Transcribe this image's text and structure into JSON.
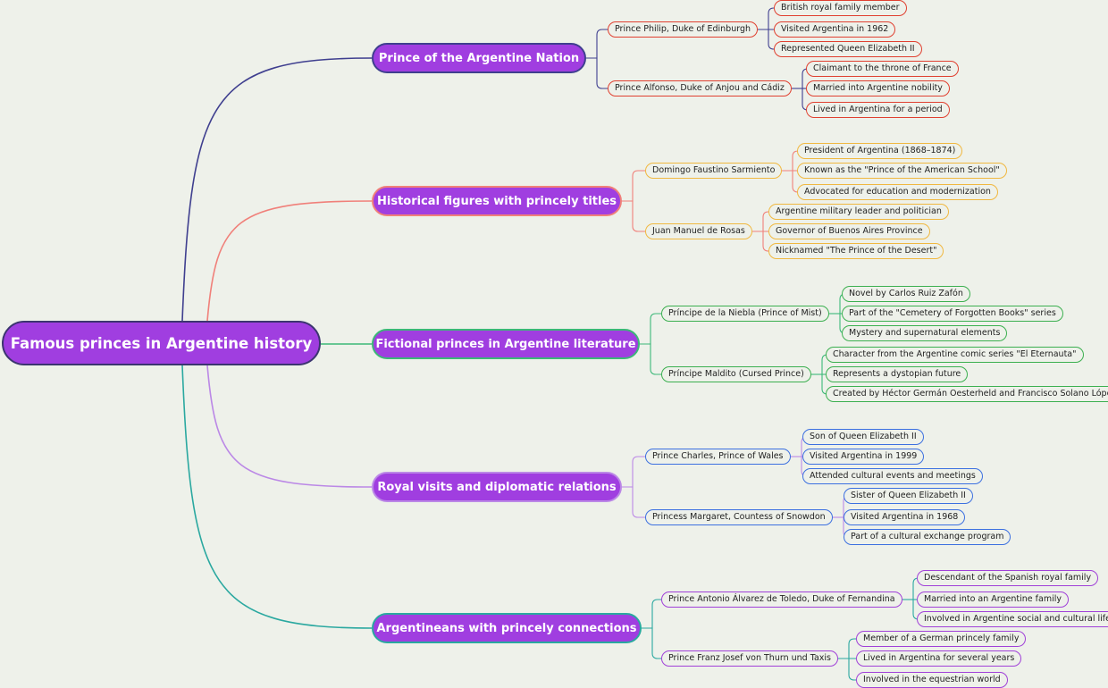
{
  "root": {
    "label": "Famous princes in Argentine history"
  },
  "branches": [
    {
      "label": "Prince of the Argentine Nation",
      "color": "#3f3f8f",
      "children": [
        {
          "label": "Prince Philip, Duke of Edinburgh",
          "leaves": [
            "British royal family member",
            "Visited Argentina in 1962",
            "Represented Queen Elizabeth II"
          ]
        },
        {
          "label": "Prince Alfonso, Duke of Anjou and Cádiz",
          "leaves": [
            "Claimant to the throne of France",
            "Married into Argentine nobility",
            "Lived in Argentina for a period"
          ]
        }
      ]
    },
    {
      "label": "Historical figures with princely titles",
      "color": "#f0807a",
      "children": [
        {
          "label": "Domingo Faustino Sarmiento",
          "leaves": [
            "President of Argentina (1868–1874)",
            "Known as the \"Prince of the American School\"",
            "Advocated for education and modernization"
          ]
        },
        {
          "label": "Juan Manuel de Rosas",
          "leaves": [
            "Argentine military leader and politician",
            "Governor of Buenos Aires Province",
            "Nicknamed \"The Prince of the Desert\""
          ]
        }
      ]
    },
    {
      "label": "Fictional princes in Argentine literature",
      "color": "#3cb878",
      "children": [
        {
          "label": "Príncipe de la Niebla (Prince of Mist)",
          "leaves": [
            "Novel by Carlos Ruiz Zafón",
            "Part of the \"Cemetery of Forgotten Books\" series",
            "Mystery and supernatural elements"
          ]
        },
        {
          "label": "Príncipe Maldito (Cursed Prince)",
          "leaves": [
            "Character from the Argentine comic series \"El Eternauta\"",
            "Represents a dystopian future",
            "Created by Héctor Germán Oesterheld and Francisco Solano López"
          ]
        }
      ]
    },
    {
      "label": "Royal visits and diplomatic relations",
      "color": "#bb88e6",
      "children": [
        {
          "label": "Prince Charles, Prince of Wales",
          "leaves": [
            "Son of Queen Elizabeth II",
            "Visited Argentina in 1999",
            "Attended cultural events and meetings"
          ]
        },
        {
          "label": "Princess Margaret, Countess of Snowdon",
          "leaves": [
            "Sister of Queen Elizabeth II",
            "Visited Argentina in 1968",
            "Part of a cultural exchange program"
          ]
        }
      ]
    },
    {
      "label": "Argentineans with princely connections",
      "color": "#2aa8a0",
      "children": [
        {
          "label": "Prince Antonio Álvarez de Toledo, Duke of Fernandina",
          "leaves": [
            "Descendant of the Spanish royal family",
            "Married into an Argentine family",
            "Involved in Argentine social and cultural life"
          ]
        },
        {
          "label": "Prince Franz Josef von Thurn und Taxis",
          "leaves": [
            "Member of a German princely family",
            "Lived in Argentina for several years",
            "Involved in the equestrian world"
          ]
        }
      ]
    }
  ],
  "colors": {
    "root_fill": "#a03ee0",
    "root_border": "#3c3570",
    "sub_borders": [
      "#e04030",
      "#f0b840",
      "#3cb050",
      "#3c70e0",
      "#a040d8"
    ],
    "background": "#eef1ea"
  }
}
